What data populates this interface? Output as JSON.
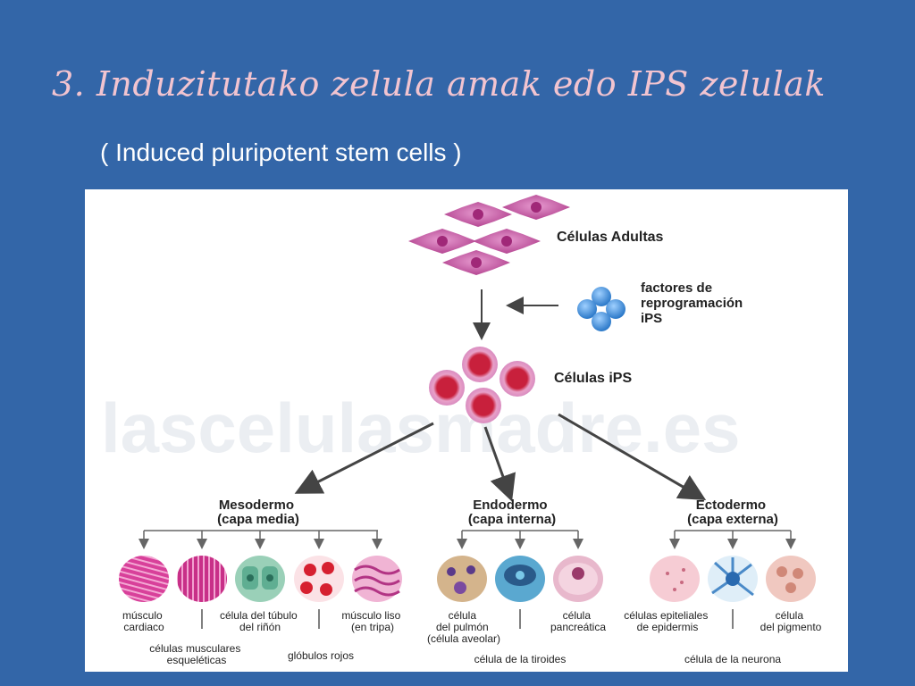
{
  "slide": {
    "title": "3. Induzitutako zelula amak edo IPS zelulak",
    "subtitle": "( Induced pluripotent stem cells )"
  },
  "diagram": {
    "watermark": "lascelulasmadre.es",
    "nodes": {
      "adult_cells": "Células Adultas",
      "factors": [
        "factores de",
        "reprogramación",
        "iPS"
      ],
      "ips_cells": "Células iPS"
    },
    "layers": [
      {
        "name": "Mesodermo",
        "sub": "(capa media)"
      },
      {
        "name": "Endodermo",
        "sub": "(capa interna)"
      },
      {
        "name": "Ectodermo",
        "sub": "(capa externa)"
      }
    ],
    "cell_labels": {
      "musculo_cardiaco": [
        "músculo",
        "cardiaco"
      ],
      "tubulo_rinon": [
        "célula del túbulo",
        "del riñón"
      ],
      "musculo_liso": [
        "músculo liso",
        "(en tripa)"
      ],
      "musculares_esqueleticas": [
        "células musculares",
        "esqueléticas"
      ],
      "globulos_rojos": "glóbulos rojos",
      "pulmon": [
        "célula",
        "del pulmón",
        "(célula aveolar)"
      ],
      "pancreatica": [
        "célula",
        "pancreática"
      ],
      "tiroides": "célula de la tiroides",
      "epidermis": [
        "células epiteliales",
        "de epidermis"
      ],
      "pigmento": [
        "célula",
        "del pigmento"
      ],
      "neurona": "célula de la neurona"
    },
    "colors": {
      "background": "#3366a8",
      "title": "#f2c4d0",
      "adult_cell": "#c0509a",
      "ips_cell": "#c8203c",
      "factor": "#3a8ed8",
      "arrow": "#555555"
    }
  }
}
